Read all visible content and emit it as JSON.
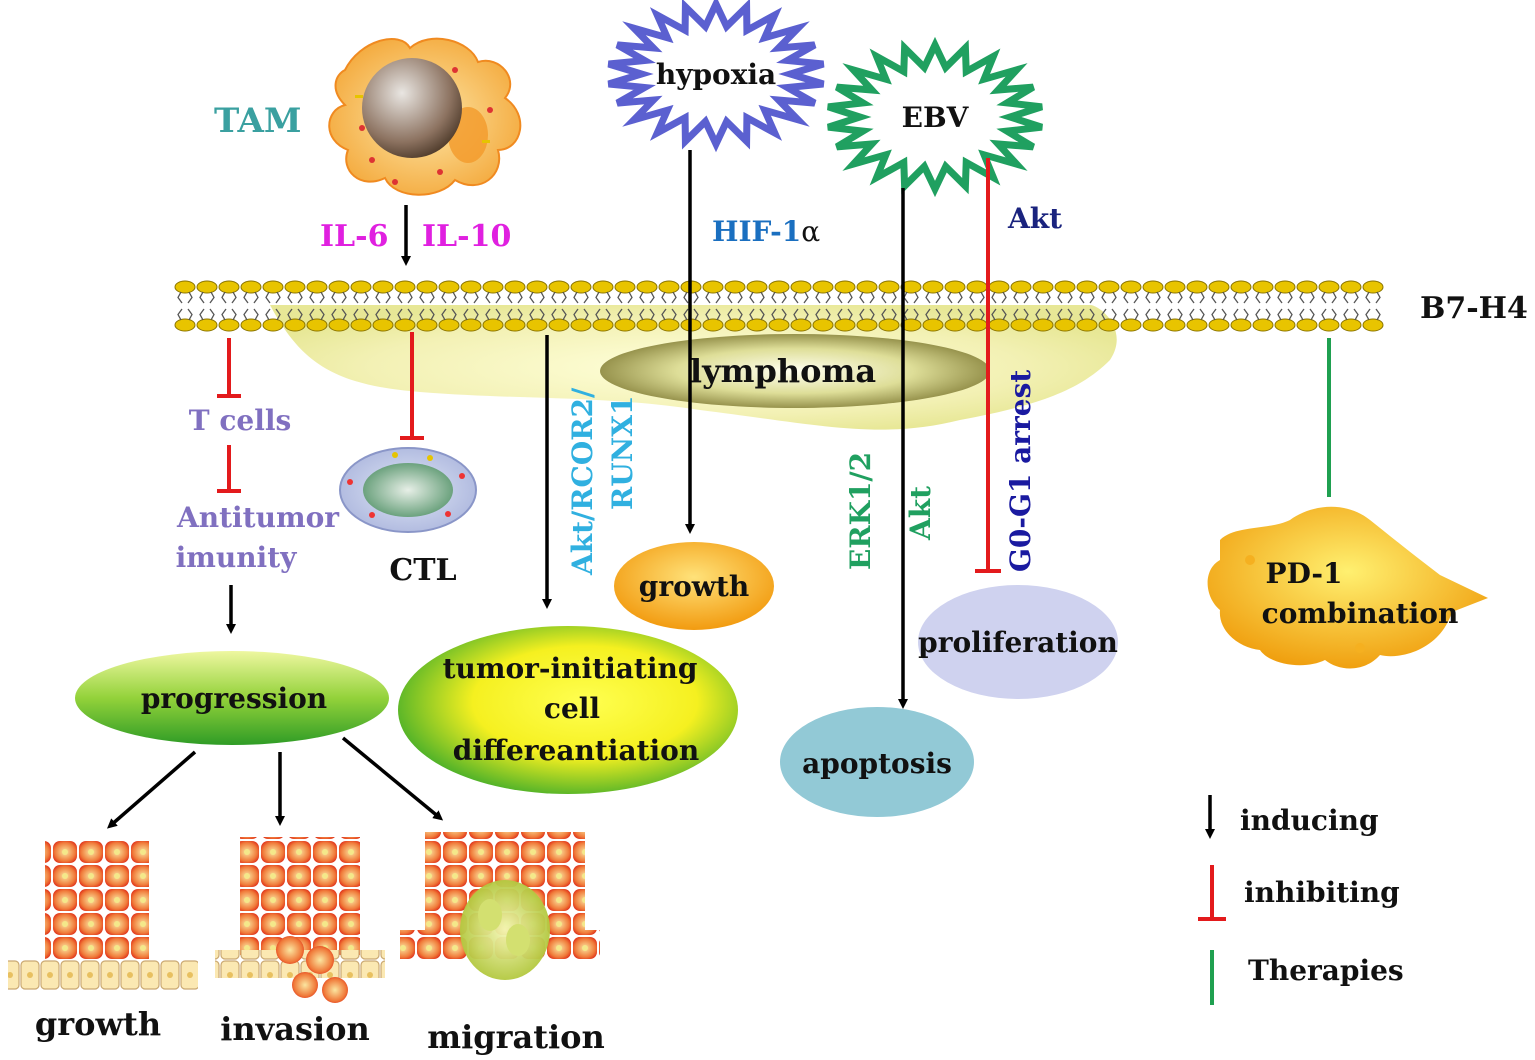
{
  "labels": {
    "tam": "TAM",
    "il6": "IL-6",
    "il10": "IL-10",
    "hypoxia": "hypoxia",
    "ebv": "EBV",
    "hif": "HIF-1",
    "hif_alpha": "α",
    "akt_top": "Akt",
    "b7h4": "B7-H4",
    "lymphoma": "lymphoma",
    "tcells": "T cells",
    "antitumor_1": "Antitumor",
    "antitumor_2": "imunity",
    "ctl": "CTL",
    "akt_rcor2": "Akt/RCOR2/",
    "runx1": "RUNX1",
    "growth_mid": "growth",
    "tic_1": "tumor-initiating",
    "tic_2": "cell",
    "tic_3": "differeantiation",
    "erk": "ERK1/2",
    "akt_mid": "Akt",
    "g0g1": "G0-G1 arrest",
    "proliferation": "proliferation",
    "apoptosis": "apoptosis",
    "pd1_1": "PD-1",
    "pd1_2": "combination",
    "progression": "progression",
    "growth_bottom": "growth",
    "invasion": "invasion",
    "migration": "migration"
  },
  "legend": {
    "inducing": "inducing",
    "inhibiting": "inhibiting",
    "therapies": "Therapies"
  },
  "colors": {
    "inducing": "#000000",
    "inhibiting": "#e31a1c",
    "therapies": "#1fa050",
    "tam": "#3aa0a0",
    "interleukin": "#e020e0",
    "hif": "#1a6fc0",
    "akt": "#1a237e",
    "tcells": "#8070c0",
    "runx": "#30b0e0",
    "erk": "#20a060",
    "g0g1": "#1a1aa0"
  }
}
